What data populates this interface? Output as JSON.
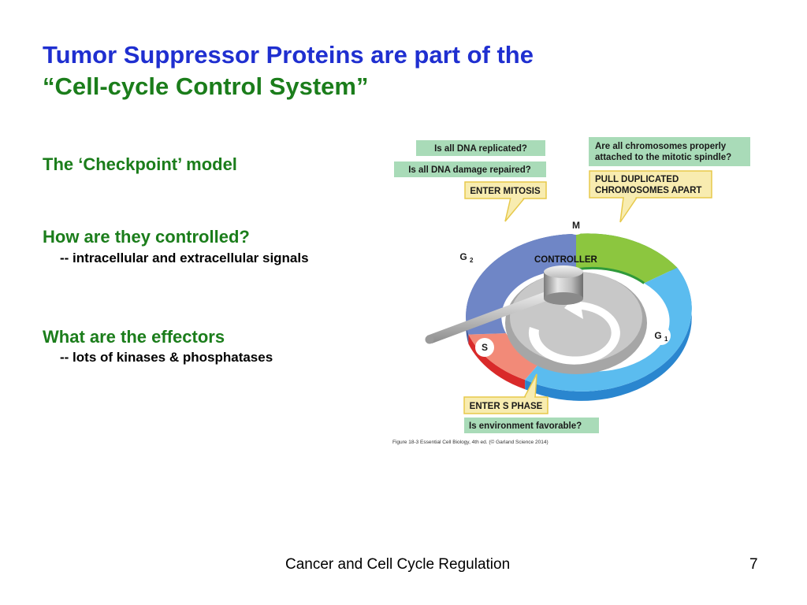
{
  "slide": {
    "title_line1": "Tumor Suppressor Proteins are part of the",
    "title_line2": "“Cell-cycle Control System”",
    "checkpoint_heading": "The ‘Checkpoint’ model",
    "controlled_heading": "How are they controlled?",
    "controlled_sub": "-- intracellular and extracellular signals",
    "effectors_heading": "What are the effectors",
    "effectors_sub": "-- lots of kinases & phosphatases",
    "footer_text": "Cancer and Cell Cycle Regulation",
    "page_number": "7"
  },
  "diagram": {
    "q_dna_replicated": "Is all DNA replicated?",
    "q_dna_damage": "Is all DNA damage repaired?",
    "enter_mitosis": "ENTER MITOSIS",
    "q_chromosomes_line1": "Are all chromosomes properly",
    "q_chromosomes_line2": "attached to the mitotic spindle?",
    "pull_line1": "PULL DUPLICATED",
    "pull_line2": "CHROMOSOMES APART",
    "controller": "CONTROLLER",
    "phase_m": "M",
    "phase_g2": "G",
    "phase_g2_sub": "2",
    "phase_s": "S",
    "phase_g1": "G",
    "phase_g1_sub": "1",
    "enter_s_phase": "ENTER S PHASE",
    "q_environment": "Is environment favorable?",
    "caption": "Figure 18-3  Essential Cell Biology, 4th ed. (© Garland Science 2014)"
  },
  "colors": {
    "title_blue": "#1f2fd0",
    "heading_green": "#1b7d1b",
    "phase_m_green": "#8cc63f",
    "phase_g1_blue": "#5bbcef",
    "phase_g2_slate": "#6f86c6",
    "phase_s_salmon": "#f28a78",
    "question_box": "#a9dbb8",
    "action_box": "#f8ecb0"
  }
}
